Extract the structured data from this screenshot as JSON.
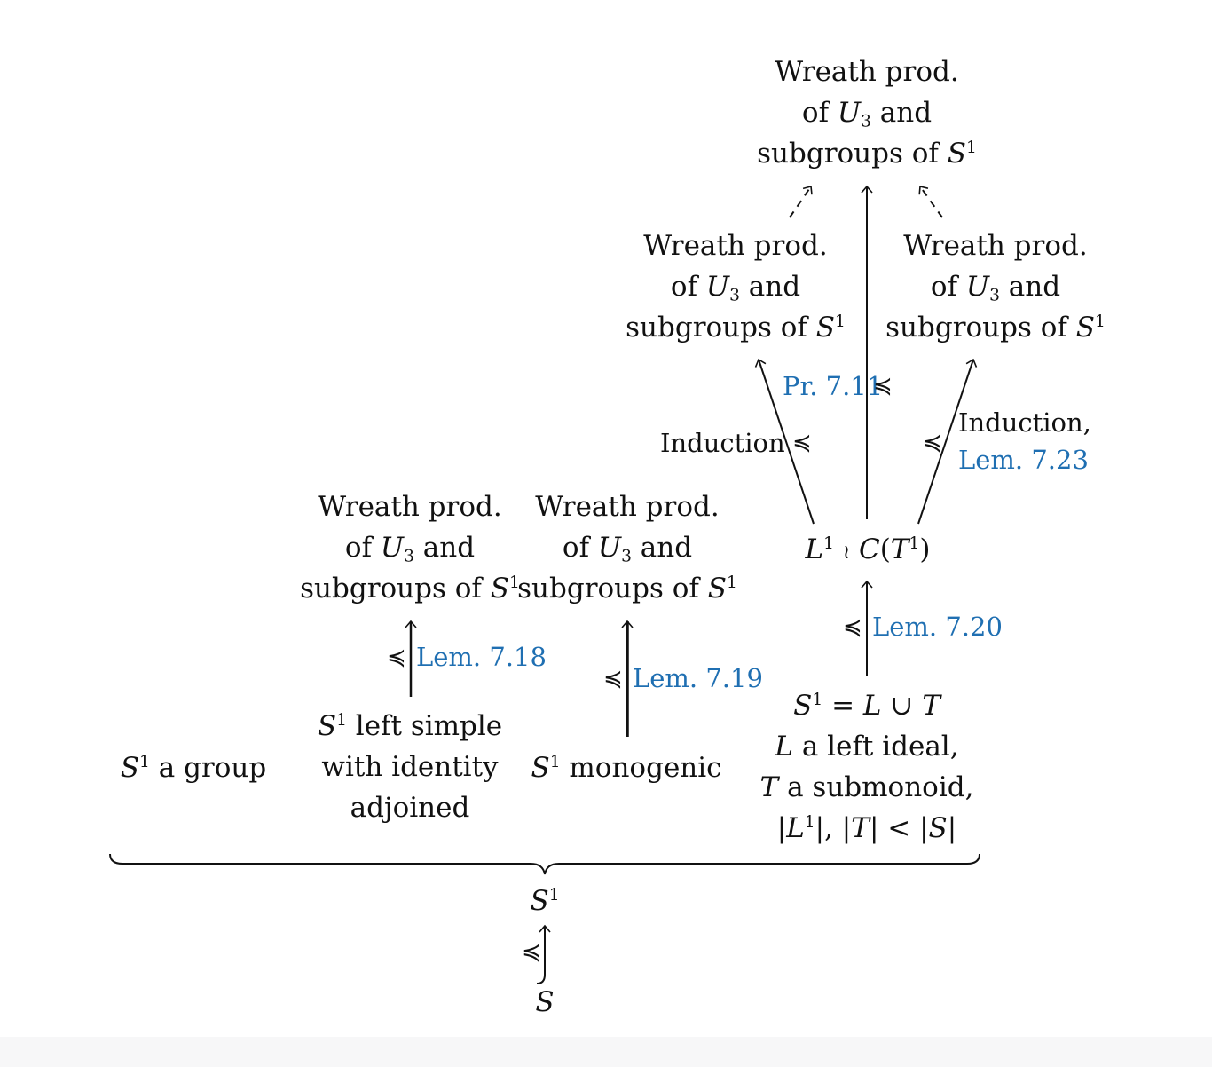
{
  "nodes": {
    "wreath_prefix": "Wreath prod.",
    "of": "of",
    "U": "U",
    "U_sub": "3",
    "and": "and",
    "subgroups_of": "subgroups of",
    "S": "S",
    "S1_sup": "1",
    "group_text": "a group",
    "left_simple_line1": "left simple",
    "left_simple_line2": "with identity",
    "left_simple_line3": "adjoined",
    "monogenic": "monogenic",
    "union_eq": "=",
    "L": "L",
    "union": "∪",
    "T": "T",
    "left_ideal": "a left ideal,",
    "submonoid": "a submonoid,",
    "card_sep": "|, |",
    "card_lt": "| <",
    "wreath_symbol": "≀",
    "C": "C",
    "lparen": "(",
    "rparen": ")"
  },
  "edges": {
    "prec": "≼",
    "lem718": "Lem. 7.18",
    "lem719": "Lem. 7.19",
    "lem720": "Lem. 7.20",
    "pr711": "Pr. 7.11",
    "induction": "Induction",
    "induction_comma": "Induction,",
    "lem723": "Lem. 7.23"
  },
  "colors": {
    "reference": "#1f6fb2",
    "text": "#111111"
  }
}
